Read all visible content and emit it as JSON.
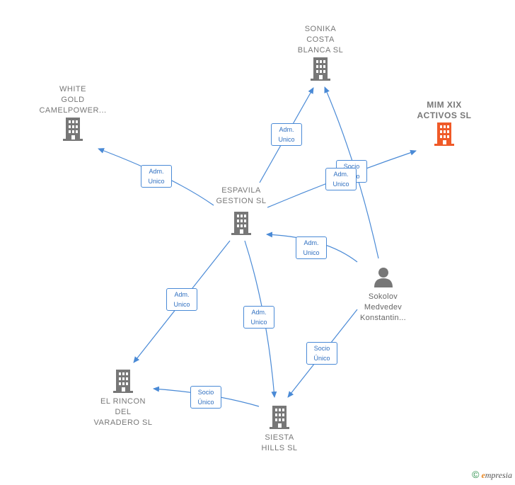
{
  "nodes": {
    "sonika": {
      "label": "SONIKA\nCOSTA\nBLANCA  SL"
    },
    "white_gold": {
      "label": "WHITE\nGOLD\nCAMELPOWER..."
    },
    "mim_xix": {
      "label": "MIM XIX\nACTIVOS  SL",
      "color": "#f05a28"
    },
    "espavila": {
      "label": "ESPAVILA\nGESTION  SL"
    },
    "sokolov": {
      "label": "Sokolov\nMedvedev\nKonstantin..."
    },
    "el_rincon": {
      "label": "EL RINCON\nDEL\nVARADERO  SL"
    },
    "siesta": {
      "label": "SIESTA\nHILLS SL"
    }
  },
  "edges": {
    "e1": "Adm.\nUnico",
    "e2": "Adm.\nUnico",
    "e3": "Socio\nÚnico",
    "e4": "Adm.\nUnico",
    "e5": "Adm.\nUnico",
    "e6": "Adm.\nUnico",
    "e7": "Adm.\nUnico",
    "e8": "Socio\nÚnico",
    "e9": "Socio\nÚnico"
  },
  "colors": {
    "building": "#777777",
    "highlight": "#f05a28",
    "edge": "#4a8ad6"
  },
  "footer": {
    "copyright": "©",
    "brand_initial": "e",
    "brand_rest": "mpresia"
  }
}
